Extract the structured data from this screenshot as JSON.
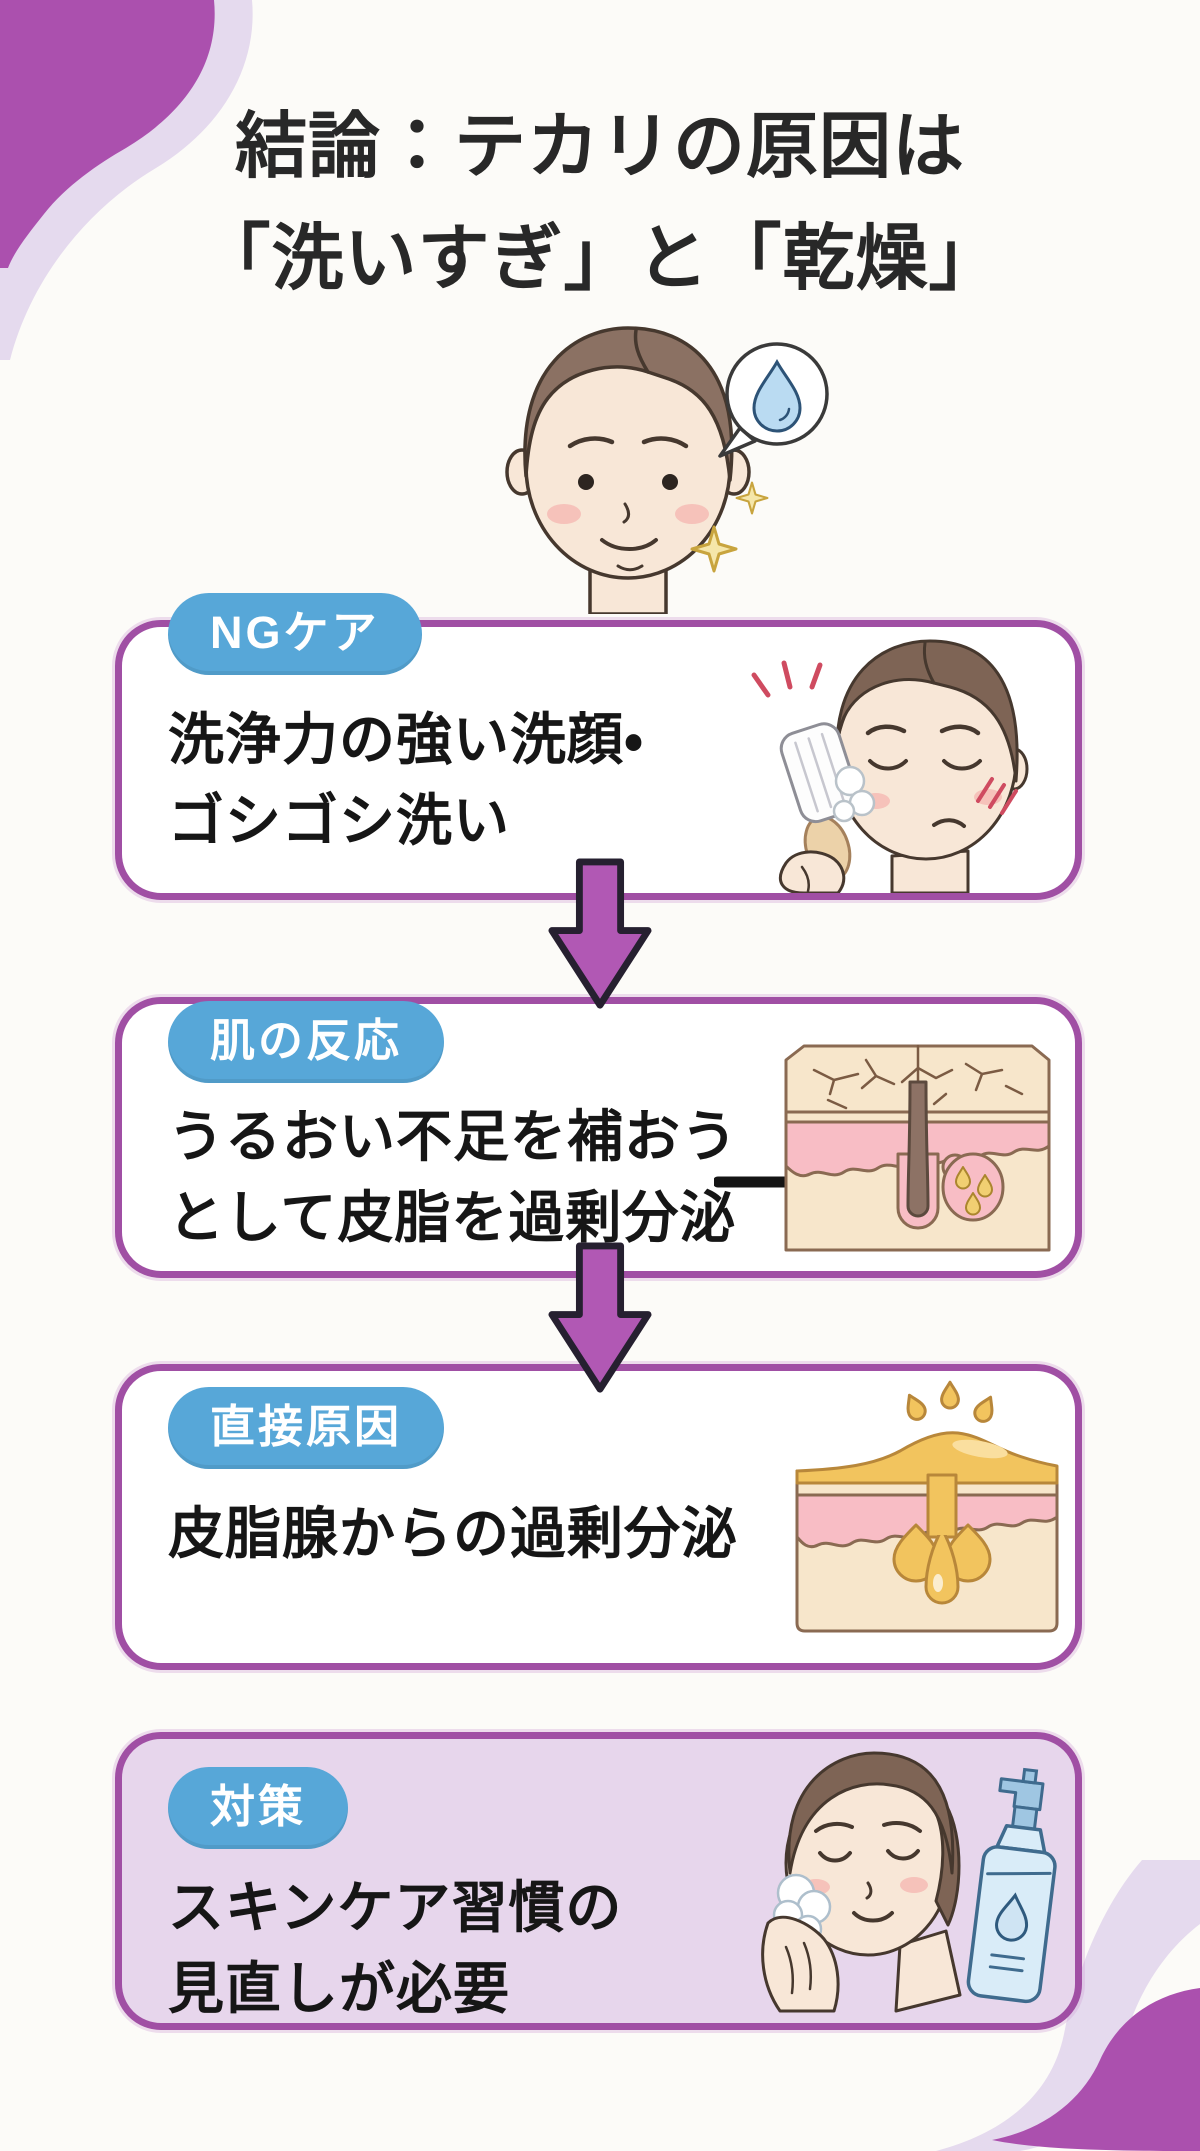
{
  "title": {
    "line1": "結論：テカリの原因は",
    "line2": "「洗いすぎ」と「乾燥」"
  },
  "cards": [
    {
      "badge": "NGケア",
      "lines": [
        "洗浄力の強い洗顔・",
        "ゴシゴシ洗い"
      ]
    },
    {
      "badge": "肌の反応",
      "lines": [
        "うるおい不足を補おう",
        "として皮脂を過剰分泌"
      ]
    },
    {
      "badge": "直接原因",
      "lines": [
        "皮脂腺からの過剰分泌"
      ]
    },
    {
      "badge": "対策",
      "lines": [
        "スキンケア習慣の",
        "見直しが必要"
      ]
    }
  ],
  "icons": {
    "clean-face": "face with water-drop speech bubble and sparkles",
    "scrubbing-face": "distressed face scrubbed with a brush",
    "dry-skin": "cracked dry skin cross-section with follicle and sebaceous gland",
    "oily-skin": "skin cross-section with overflowing yellow sebum",
    "face-washing": "relaxed face washed with foam beside a pump bottle",
    "down-arrow": "purple flow arrow",
    "pointer-arrow": "black arrow pointing at follicle"
  },
  "colors": {
    "title_text": "#282828",
    "card_border": "#a04fa4",
    "badge_bg": "#57a7d8",
    "solution_card_bg": "#e7d6ec",
    "flow_arrow": "#b158b4",
    "blob_purple": "#ab50ae",
    "blob_lavender": "#e5daee",
    "background": "#fcfbf8"
  }
}
